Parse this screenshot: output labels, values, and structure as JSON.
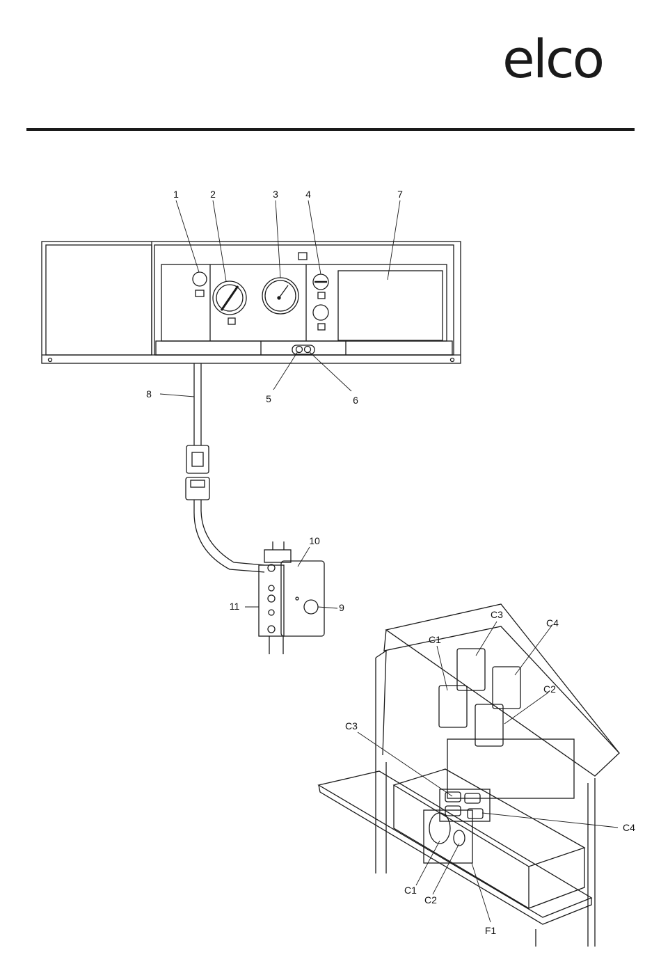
{
  "brand": {
    "logo_text": "elco"
  },
  "top_diagram": {
    "callouts": [
      "1",
      "2",
      "3",
      "4",
      "5",
      "6",
      "7",
      "8",
      "9",
      "10",
      "11"
    ]
  },
  "bottom_diagram": {
    "connectors": [
      "C3",
      "C4",
      "C1",
      "C2"
    ],
    "socket_labels": [
      "C3",
      "C4",
      "C1",
      "C2",
      "F1"
    ]
  }
}
